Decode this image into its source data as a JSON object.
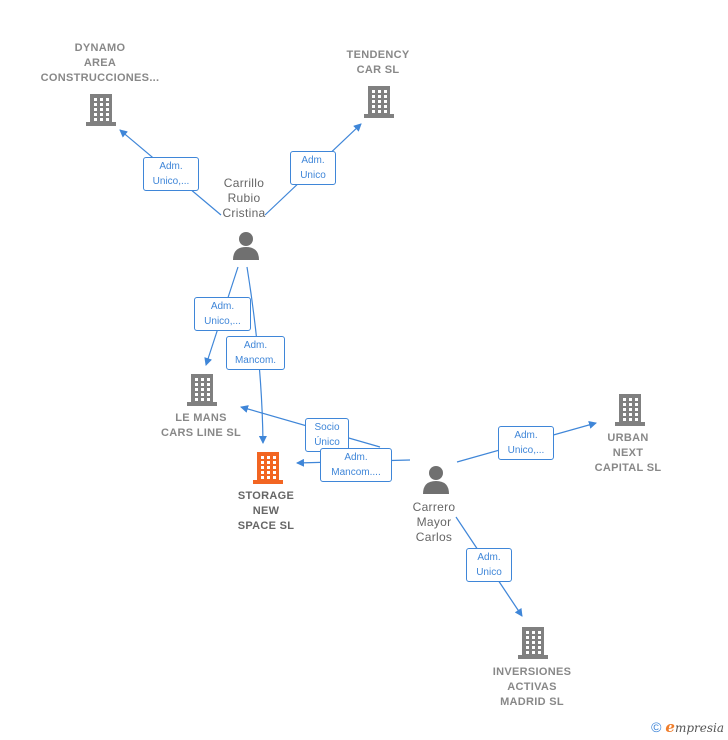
{
  "nodes": {
    "dynamo": {
      "type": "company",
      "label": "DYNAMO\nAREA\nCONSTRUCCIONES..."
    },
    "tendency": {
      "type": "company",
      "label": "TENDENCY\nCAR  SL"
    },
    "carrillo": {
      "type": "person",
      "label": "Carrillo\nRubio\nCristina"
    },
    "lemans": {
      "type": "company",
      "label": "LE MANS\nCARS LINE  SL"
    },
    "storage": {
      "type": "company",
      "label": "STORAGE\nNEW\nSPACE  SL",
      "highlight": true
    },
    "carrero": {
      "type": "person",
      "label": "Carrero\nMayor\nCarlos"
    },
    "urban": {
      "type": "company",
      "label": "URBAN\nNEXT\nCAPITAL  SL"
    },
    "inversiones": {
      "type": "company",
      "label": "INVERSIONES\nACTIVAS\nMADRID  SL"
    }
  },
  "edges": [
    {
      "from": "carrillo",
      "to": "dynamo",
      "label": "Adm.\nUnico,..."
    },
    {
      "from": "carrillo",
      "to": "tendency",
      "label": "Adm.\nUnico"
    },
    {
      "from": "carrillo",
      "to": "lemans",
      "label": "Adm.\nUnico,..."
    },
    {
      "from": "carrillo",
      "to": "storage",
      "label": "Adm.\nMancom."
    },
    {
      "from": "carrero",
      "to": "lemans",
      "label": "Socio\nÚnico"
    },
    {
      "from": "carrero",
      "to": "storage",
      "label": "Adm.\nMancom...."
    },
    {
      "from": "carrero",
      "to": "urban",
      "label": "Adm.\nUnico,..."
    },
    {
      "from": "carrero",
      "to": "inversiones",
      "label": "Adm.\nUnico"
    }
  ],
  "colors": {
    "edge": "#3f86d8",
    "company_icon": "#808080",
    "focus_icon": "#f26522",
    "person_icon": "#707070"
  },
  "footer": {
    "copyright_symbol": "©",
    "brand_initial": "e",
    "brand_rest": "mpresia"
  }
}
